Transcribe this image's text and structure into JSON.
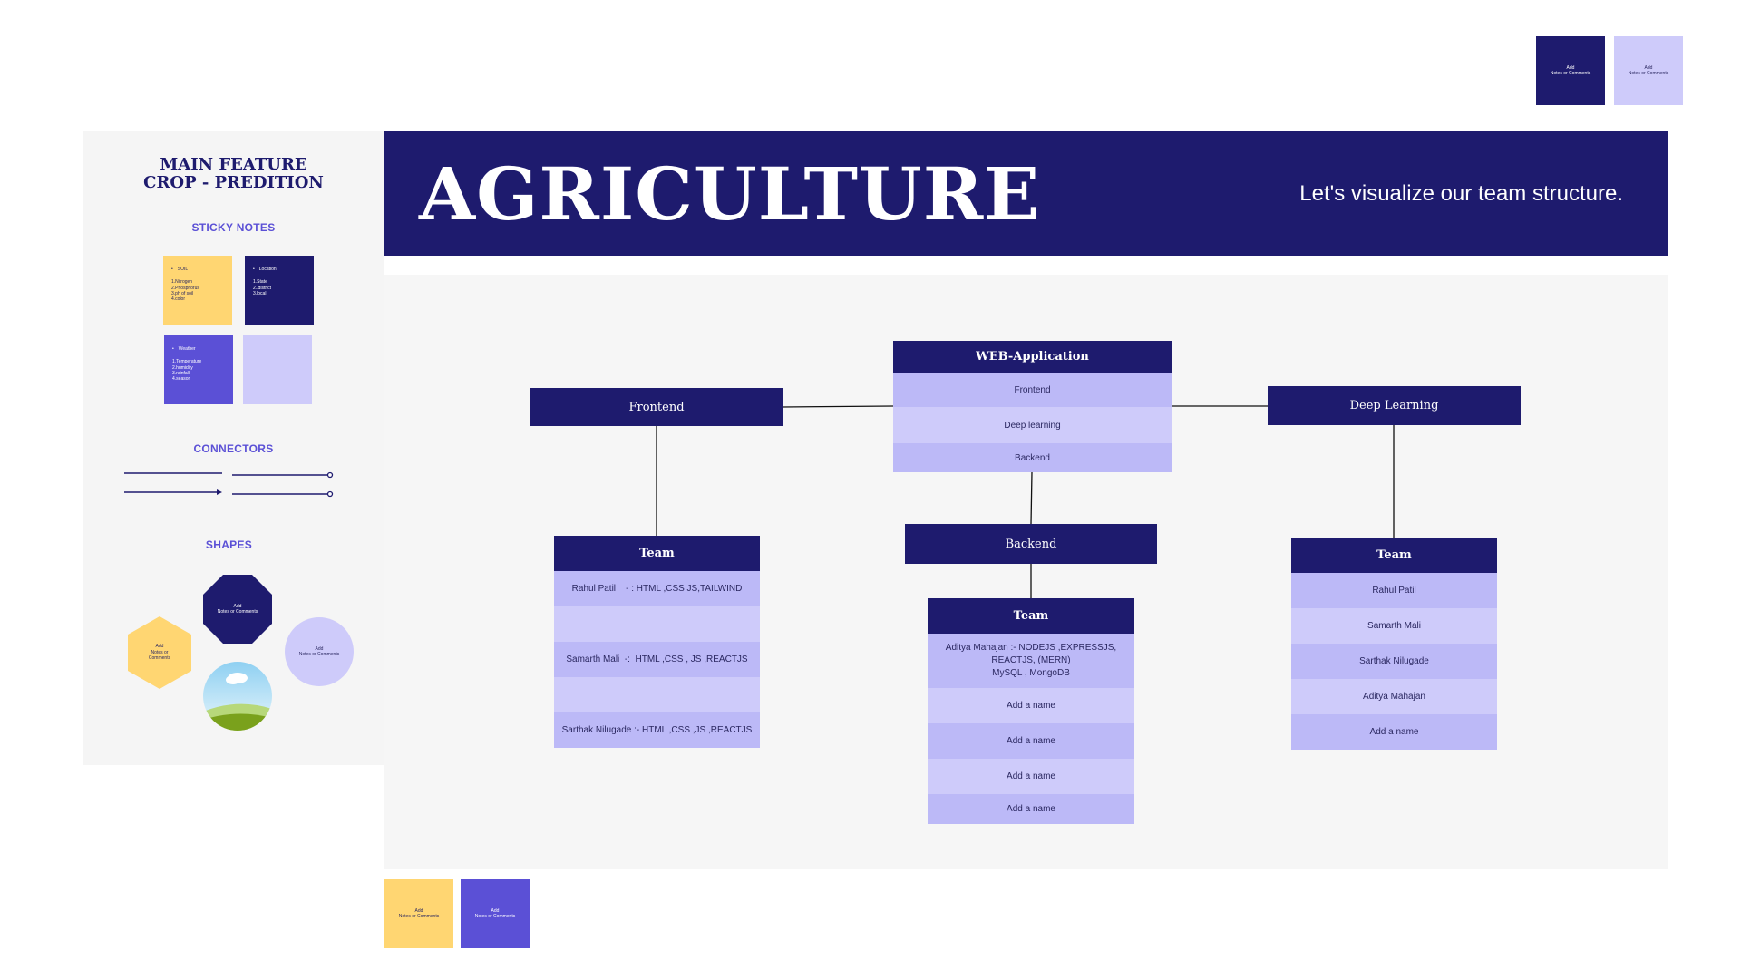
{
  "top_notes": [
    {
      "text": "Add\nNotes or Comments",
      "color": "#1e1b6e"
    },
    {
      "text": "Add\nNotes or Comments",
      "color": "#cecbfa"
    }
  ],
  "left_panel": {
    "title": "MAIN FEATURE\nCROP - PREDITION",
    "sticky_notes_heading": "STICKY NOTES",
    "sticky_notes": [
      {
        "bullet": "SOIL",
        "lines": "1.Nitrogen\n2.Phosphorus\n3.ph of soil\n4.color",
        "color": "#ffd672"
      },
      {
        "bullet": "Location",
        "lines": "1.State\n2..district\n3.local",
        "color": "#1e1b6e"
      },
      {
        "bullet": "Weather",
        "lines": "1.Temperature\n2.humidity\n3.rainfall\n4.season",
        "color": "#5b50d6"
      },
      {
        "bullet": "",
        "lines": "",
        "color": "#cecbfa"
      }
    ],
    "connectors_heading": "CONNECTORS",
    "shapes_heading": "SHAPES",
    "shapes": {
      "octagon": "Add\nNotes or Comments",
      "hexagon": "Add\nNotes or\nComments",
      "circle": "Add\nNotes or Comments"
    }
  },
  "header": {
    "title": "AGRICULTURE",
    "subtitle": "Let's visualize our team structure."
  },
  "diagram": {
    "web_app": {
      "title": "WEB-Application",
      "rows": [
        "Frontend",
        "Deep learning",
        "Backend"
      ]
    },
    "frontend": {
      "title": "Frontend",
      "team_title": "Team",
      "rows": [
        "Rahul Patil    - : HTML ,CSS JS,TAILWIND",
        "",
        "Samarth Mali  -:  HTML ,CSS , JS ,REACTJS",
        "",
        "Sarthak Nilugade :- HTML ,CSS ,JS ,REACTJS"
      ]
    },
    "backend": {
      "title": "Backend",
      "team_title": "Team",
      "rows": [
        "Aditya Mahajan :- NODEJS ,EXPRESSJS,\nREACTJS, (MERN)\nMySQL , MongoDB",
        "Add a name",
        "Add a name",
        "Add a name",
        "Add a name"
      ]
    },
    "deep_learning": {
      "title": "Deep Learning",
      "team_title": "Team",
      "rows": [
        "Rahul Patil",
        "Samarth Mali",
        "Sarthak Nilugade",
        "Aditya Mahajan",
        "Add a name"
      ]
    }
  },
  "bottom_notes": [
    {
      "text": "Add\nNotes or Comments",
      "color": "#ffd672"
    },
    {
      "text": "Add\nNotes or Comments",
      "color": "#5b50d6"
    }
  ]
}
